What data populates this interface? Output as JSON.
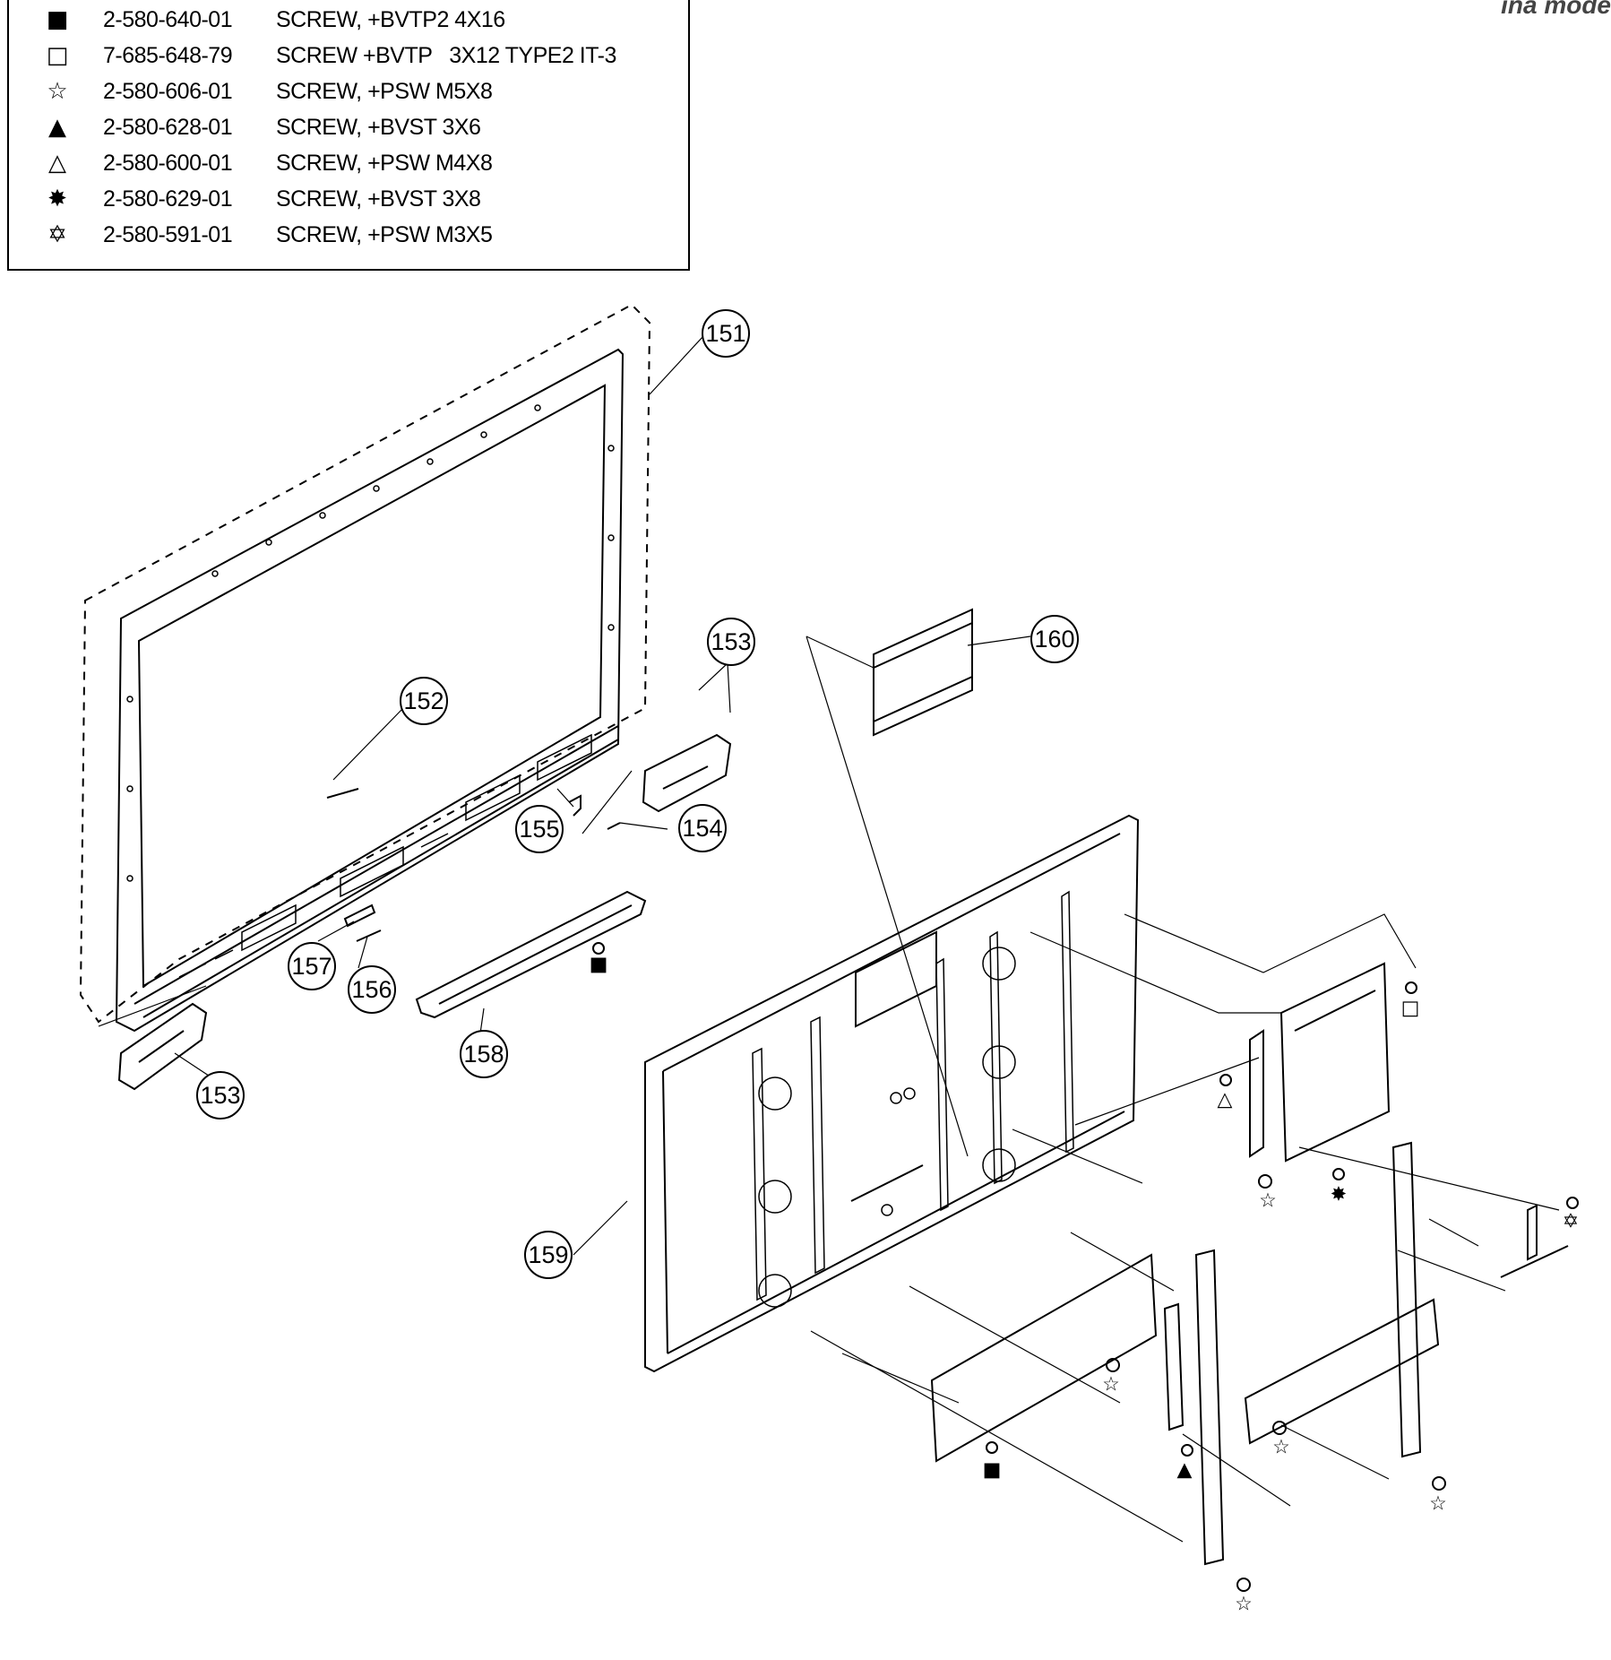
{
  "header_fragment": "ina mode",
  "legend": [
    {
      "symbol": "■",
      "symbol_name": "filled-square-icon",
      "part_no": "2-580-640-01",
      "description": "SCREW, +BVTP2 4X16"
    },
    {
      "symbol": "□",
      "symbol_name": "hollow-square-icon",
      "part_no": "7-685-648-79",
      "description": "SCREW +BVTP   3X12 TYPE2 IT-3"
    },
    {
      "symbol": "☆",
      "symbol_name": "hollow-star-icon",
      "part_no": "2-580-606-01",
      "description": "SCREW, +PSW M5X8"
    },
    {
      "symbol": "▲",
      "symbol_name": "filled-triangle-icon",
      "part_no": "2-580-628-01",
      "description": "SCREW, +BVST 3X6"
    },
    {
      "symbol": "△",
      "symbol_name": "hollow-triangle-icon",
      "part_no": "2-580-600-01",
      "description": "SCREW, +PSW M4X8"
    },
    {
      "symbol": "✸",
      "symbol_name": "filled-burst-icon",
      "part_no": "2-580-629-01",
      "description": "SCREW, +BVST 3X8"
    },
    {
      "symbol": "✡",
      "symbol_name": "hollow-burst-icon",
      "part_no": "2-580-591-01",
      "description": "SCREW, +PSW M3X5"
    }
  ],
  "callouts": {
    "c151": "151",
    "c152": "152",
    "c153a": "153",
    "c153b": "153",
    "c154": "154",
    "c155": "155",
    "c156": "156",
    "c157": "157",
    "c158": "158",
    "c159": "159",
    "c160": "160"
  },
  "screw_marks": {
    "filled_square": "■",
    "hollow_square": "□",
    "hollow_star": "☆",
    "filled_triangle": "▲",
    "hollow_triangle": "△",
    "filled_burst": "✸",
    "hollow_burst": "✡"
  }
}
